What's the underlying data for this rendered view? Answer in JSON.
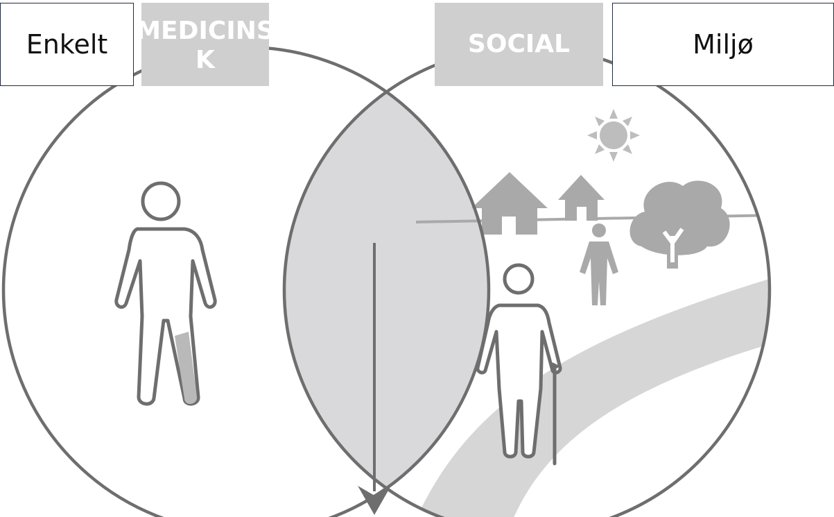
{
  "labels": {
    "individual": "Enkelt",
    "medical": "MEDICINS\nK",
    "social": "SOCIAL",
    "environment": "Miljø"
  },
  "colors": {
    "outline": "#6e6e6e",
    "overlap_fill": "#d9d9db",
    "scene_fill": "#a9a9a9",
    "path_fill": "#d6d6d6",
    "grey_box": "#cfcfcf",
    "white_box_border": "#1f2a3c"
  },
  "icons": [
    "person-icon",
    "sun-icon",
    "house-icon",
    "tree-icon",
    "elderly-person-icon",
    "arrow-down-icon"
  ]
}
